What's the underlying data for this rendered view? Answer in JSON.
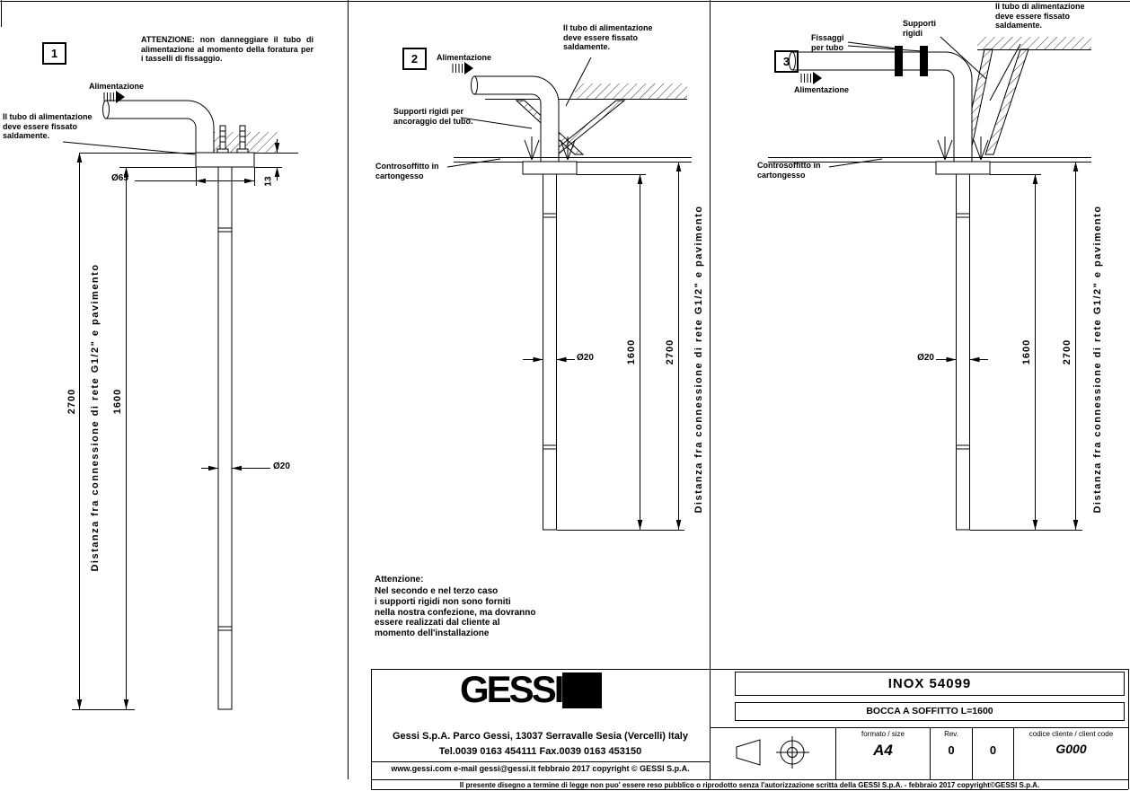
{
  "panel1": {
    "number": "1",
    "attention": "ATTENZIONE: non danneggiare il tubo di alimentazione al momento della foratura per i tasselli di fissaggio.",
    "alimentazione": "Alimentazione",
    "fix_note": "Il tubo di alimentazione deve essere fissato saldamente.",
    "dim_flange": "Ø65",
    "dim_flange_h": "13",
    "dim_total": "2700",
    "dim_spout": "1600",
    "dim_pipe": "Ø20",
    "distance_label": "Distanza fra connessione di rete G1/2\" e pavimento"
  },
  "panel2": {
    "number": "2",
    "alimentazione": "Alimentazione",
    "fix_note": "Il tubo di alimentazione deve essere fissato saldamente.",
    "supports_note": "Supporti rigidi per ancoraggio del tubo.",
    "ceiling_note": "Controsoffitto in cartongesso",
    "dim_total": "2700",
    "dim_spout": "1600",
    "dim_pipe": "Ø20",
    "distance_label": "Distanza fra connessione di rete G1/2\" e pavimento"
  },
  "panel3": {
    "number": "3",
    "alimentazione": "Alimentazione",
    "clamps_note": "Fissaggi per tubo",
    "supports_note": "Supporti rigidi",
    "fix_note": "Il tubo di alimentazione deve essere fissato saldamente.",
    "ceiling_note": "Controsoffitto in cartongesso",
    "dim_total": "2700",
    "dim_spout": "1600",
    "dim_pipe": "Ø20",
    "distance_label": "Distanza fra connessione di rete G1/2\" e pavimento"
  },
  "note": {
    "title": "Attenzione:",
    "body": "Nel secondo e nel terzo caso\ni supporti rigidi non sono forniti\nnella nostra confezione, ma dovranno\nessere realizzati dal cliente al\nmomento dell'installazione"
  },
  "title_block": {
    "logo": "GESSI",
    "address": "Gessi S.p.A. Parco Gessi, 13037 Serravalle Sesia (Vercelli) Italy",
    "phone": "Tel.0039 0163 454111 Fax.0039 0163 453150",
    "web": "www.gessi.com e-mail gessi@gessi.it  febbraio 2017  copyright © GESSI S.p.A.",
    "code": "INOX 54099",
    "title": "BOCCA A SOFFITTO L=1600",
    "format_label": "formato / size",
    "format_value": "A4",
    "rev_label": "Rev.",
    "rev_value1": "0",
    "rev_value2": "0",
    "client_label": "codice cliente / client code",
    "client_value": "G000"
  },
  "footer": "Il presente disegno a termine di legge non puo' essere reso pubblico o riprodotto senza l'autorizzazione scritta della GESSI S.p.A. - febbraio 2017 copyright©GESSI S.p.A."
}
